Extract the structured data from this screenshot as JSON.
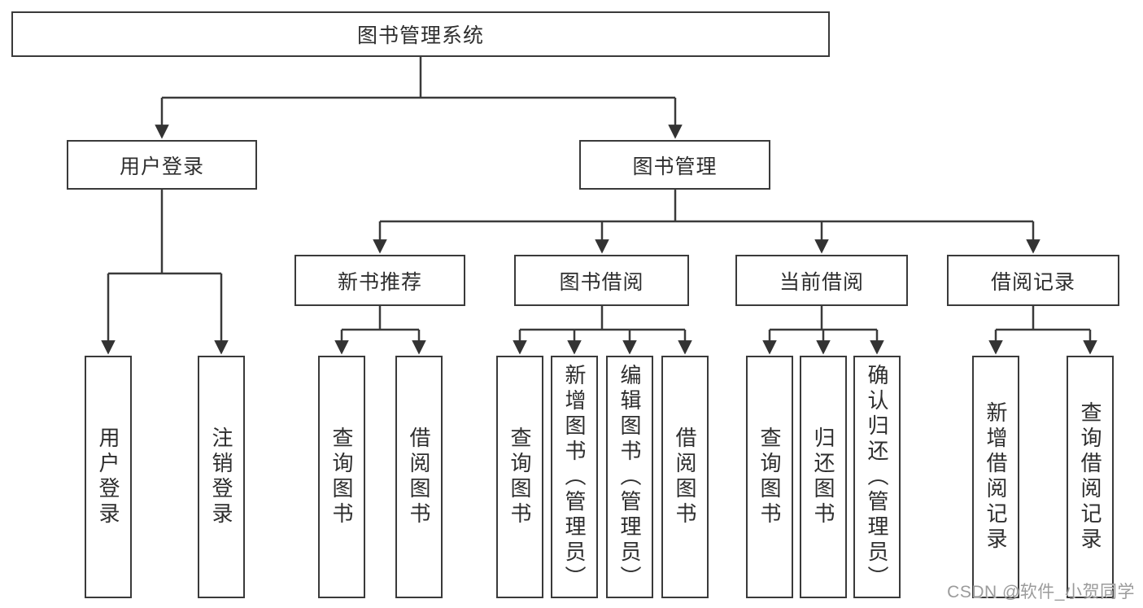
{
  "tree": {
    "root": {
      "label": "图书管理系统"
    },
    "branches": [
      {
        "label": "用户登录",
        "children": [
          {
            "label": "用户登录"
          },
          {
            "label": "注销登录"
          }
        ]
      },
      {
        "label": "图书管理",
        "children": [
          {
            "label": "新书推荐",
            "children": [
              {
                "label": "查询图书"
              },
              {
                "label": "借阅图书"
              }
            ]
          },
          {
            "label": "图书借阅",
            "children": [
              {
                "label": "查询图书"
              },
              {
                "label": "新增图书（管理员）"
              },
              {
                "label": "编辑图书（管理员）"
              },
              {
                "label": "借阅图书"
              }
            ]
          },
          {
            "label": "当前借阅",
            "children": [
              {
                "label": "查询图书"
              },
              {
                "label": "归还图书"
              },
              {
                "label": "确认归还（管理员）"
              }
            ]
          },
          {
            "label": "借阅记录",
            "children": [
              {
                "label": "新增借阅记录"
              },
              {
                "label": "查询借阅记录"
              }
            ]
          }
        ]
      }
    ]
  },
  "watermark": {
    "text": "CSDN @软件_小贺同学"
  },
  "colors": {
    "line": "#3a3a3a",
    "border": "#3a3a3a",
    "text": "#2e2e2e",
    "watermark": "#9b9b9b",
    "background": "#ffffff"
  }
}
